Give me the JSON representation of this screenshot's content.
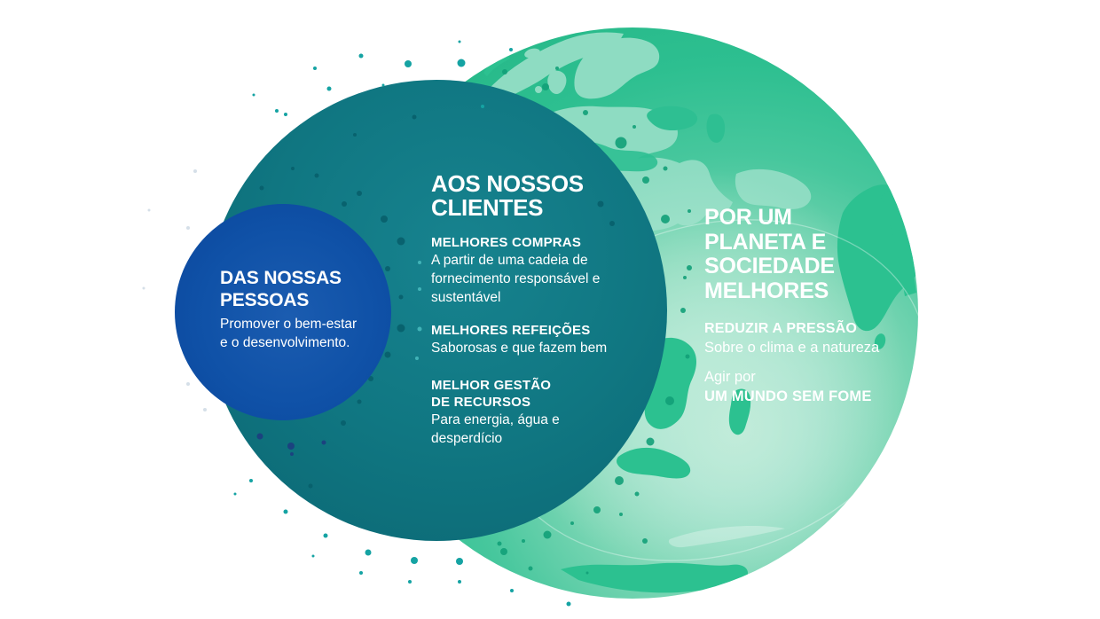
{
  "people_circle": {
    "title1": "DAS NOSSAS",
    "title2": "PESSOAS",
    "body1": "Promover o bem-estar",
    "body2": "e o desenvolvimento."
  },
  "clients_circle": {
    "title1": "AOS NOSSOS",
    "title2": "CLIENTES",
    "s1_heading": "MELHORES COMPRAS",
    "s1_body1": "A partir de uma cadeia de",
    "s1_body2": "fornecimento responsável e",
    "s1_body3": "sustentável",
    "s2_heading": "MELHORES REFEIÇÕES",
    "s2_body1": "Saborosas e que fazem bem",
    "s3_heading1": "MELHOR GESTÃO",
    "s3_heading2": "DE RECURSOS",
    "s3_body1": "Para energia, água e",
    "s3_body2": "desperdício"
  },
  "planet_circle": {
    "title1": "POR UM",
    "title2": "PLANETA E",
    "title3": "SOCIEDADE",
    "title4": "MELHORES",
    "s1_heading": "REDUZIR A PRESSÃO",
    "s1_body": "Sobre o clima e a natureza",
    "s2_intro": "Agir por",
    "s2_heading": "UM MUNDO SEM FOME"
  },
  "colors": {
    "people_blue": "#0f51a7",
    "clients_teal": "#107782",
    "planet_green": "#2dbf90",
    "land_light": "#8edcc2",
    "land_dark": "#2cc190",
    "dot_teal": "#15a3a3",
    "text": "#ffffff"
  }
}
